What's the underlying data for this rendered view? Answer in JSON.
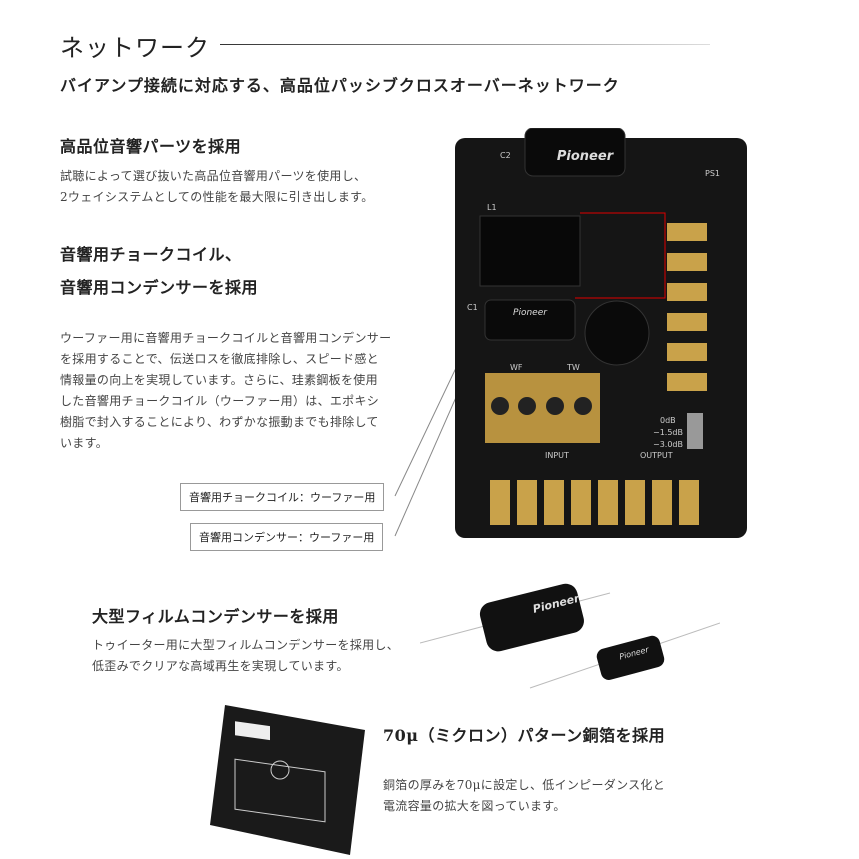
{
  "title": "ネットワーク",
  "subtitle": "バイアンプ接続に対応する、高品位パッシブクロスオーバーネットワーク",
  "sections": [
    {
      "heading": "高品位音響パーツを採用",
      "body": [
        "試聴によって選び抜いた高品位音響用パーツを使用し、",
        "2ウェイシステムとしての性能を最大限に引き出します。"
      ]
    },
    {
      "heading": [
        "音響用チョークコイル、",
        "音響用コンデンサーを採用"
      ],
      "body": [
        "ウーファー用に音響用チョークコイルと音響用コンデンサー",
        "を採用することで、伝送ロスを徹底排除し、スピード感と",
        "情報量の向上を実現しています。さらに、珪素鋼板を使用",
        "した音響用チョークコイル（ウーファー用）は、エポキシ",
        "樹脂で封入することにより、わずかな振動までも排除して",
        "います。"
      ]
    },
    {
      "heading": "大型フィルムコンデンサーを採用",
      "body": [
        "トゥイーター用に大型フィルムコンデンサーを採用し、",
        "低歪みでクリアな高域再生を実現しています。"
      ]
    },
    {
      "heading": "70μ（ミクロン）パターン銅箔を採用",
      "body": [
        "銅箔の厚みを70μに設定し、低インピーダンス化と",
        "電流容量の拡大を図っています。"
      ]
    }
  ],
  "callouts": [
    "音響用チョークコイル：ウーファー用",
    "音響用コンデンサー：ウーファー用"
  ],
  "board": {
    "brand": "Pioneer",
    "labels": [
      "C2",
      "PS1",
      "L1",
      "C1",
      "WF",
      "TW",
      "INPUT",
      "OUTPUT",
      "0dB",
      "−1.5dB",
      "−3.0dB"
    ]
  },
  "colors": {
    "board": "#151515",
    "accent_outline": "#e00000",
    "gold": "#c9a24a"
  }
}
